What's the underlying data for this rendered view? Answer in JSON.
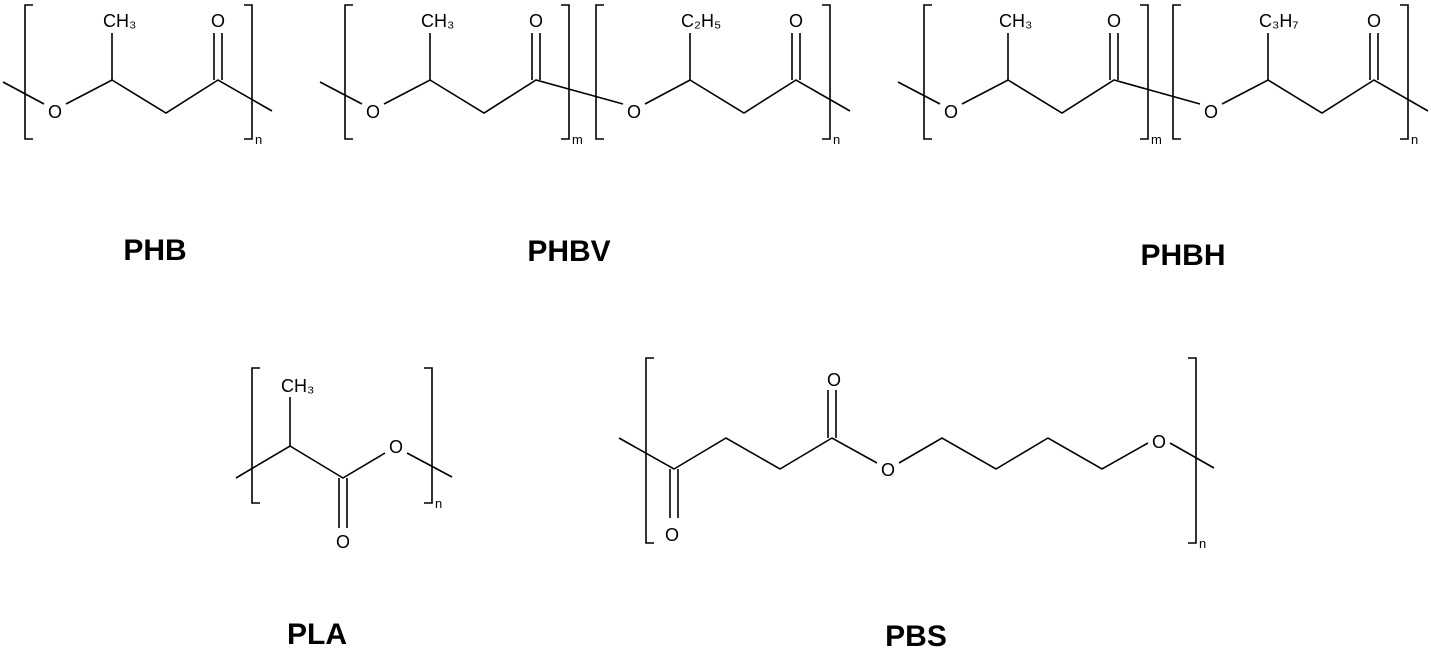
{
  "polymers": {
    "phb": {
      "name": "PHB",
      "side_group": "CH₃",
      "oxygen": "O",
      "carbonyl_oxygen": "O",
      "repeat_index": "n"
    },
    "phbv": {
      "name": "PHBV",
      "side_group_1": "CH₃",
      "side_group_2": "C₂H₅",
      "oxygen": "O",
      "carbonyl_oxygen": "O",
      "repeat_index_1": "m",
      "repeat_index_2": "n"
    },
    "phbh": {
      "name": "PHBH",
      "side_group_1": "CH₃",
      "side_group_2": "C₃H₇",
      "oxygen": "O",
      "carbonyl_oxygen": "O",
      "repeat_index_1": "m",
      "repeat_index_2": "n"
    },
    "pla": {
      "name": "PLA",
      "side_group": "CH₃",
      "oxygen": "O",
      "carbonyl_oxygen": "O",
      "repeat_index": "n"
    },
    "pbs": {
      "name": "PBS",
      "oxygen": "O",
      "carbonyl_oxygen": "O",
      "repeat_index": "n"
    }
  },
  "colors": {
    "ink": "#000000",
    "background": "#ffffff"
  }
}
